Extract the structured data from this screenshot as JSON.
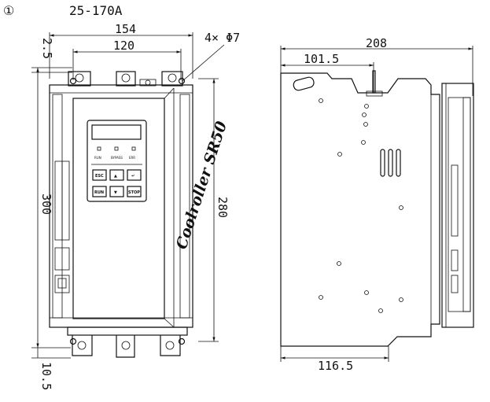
{
  "header": {
    "index": "①",
    "range": "25-170A"
  },
  "front_view": {
    "width_outer": "154",
    "width_holes": "120",
    "height_outer": "300",
    "height_holes": "280",
    "top_offset": "2.5",
    "bottom_offset": "10.5",
    "holes_note": "4× Φ7",
    "brand": "Coolroller SR50"
  },
  "side_view": {
    "depth_total": "208",
    "depth_top": "101.5",
    "depth_bottom": "116.5"
  },
  "keypad": {
    "leds": [
      "RUN",
      "BYPASS",
      "ERR"
    ],
    "keys": [
      "ESC",
      "▲",
      "↵",
      "RUN",
      "▼",
      "STOP"
    ]
  }
}
